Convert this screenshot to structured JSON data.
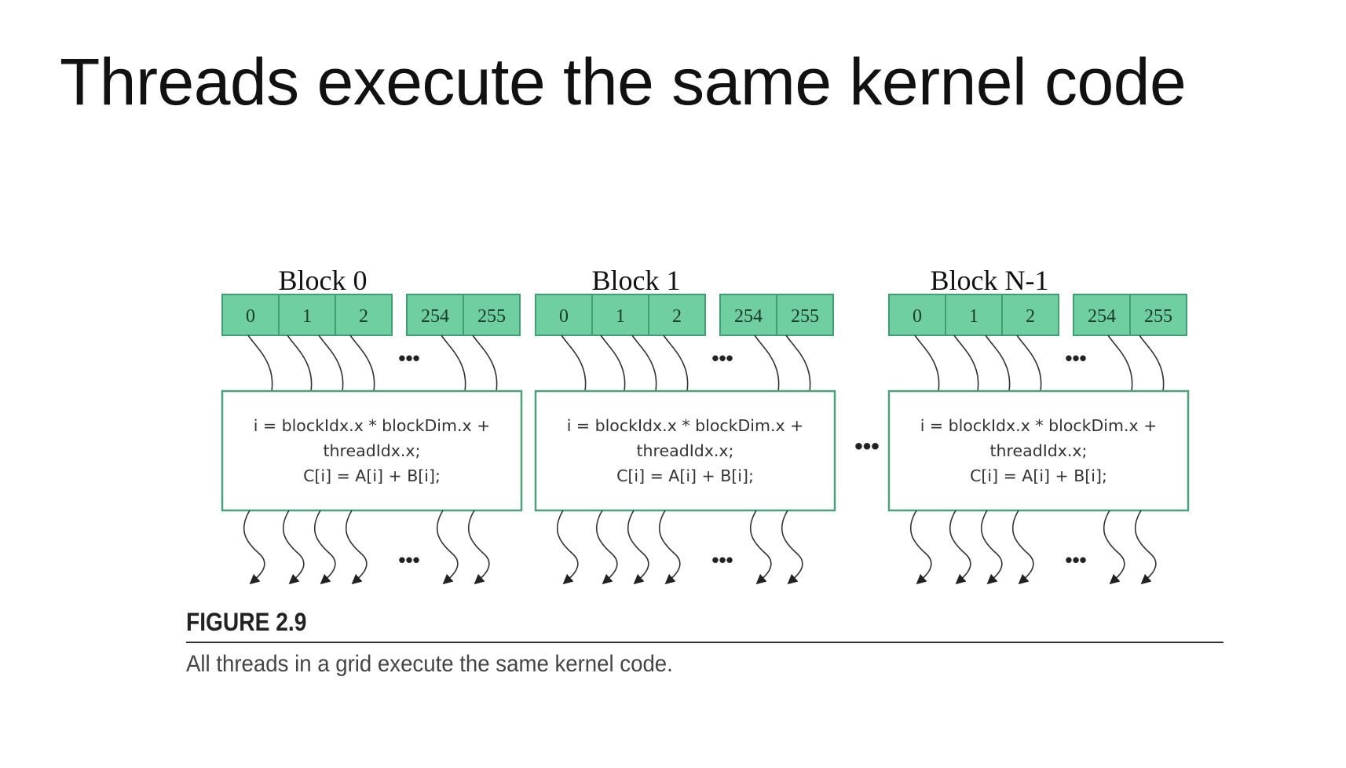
{
  "title": "Threads execute the same kernel code",
  "figure": {
    "label": "FIGURE 2.9",
    "caption": "All threads in a grid execute the same kernel code."
  },
  "diagram": {
    "colors": {
      "thread_fill": "#6fcfa0",
      "thread_stroke": "#3f9f70",
      "box_stroke": "#4aa27a"
    },
    "ellipsis": "•••",
    "blocks": [
      {
        "label": "Block 0",
        "threads": [
          "0",
          "1",
          "2",
          "254",
          "255"
        ],
        "code": [
          "i = blockIdx.x * blockDim.x +",
          "threadIdx.x;",
          "C[i] = A[i] + B[i];"
        ]
      },
      {
        "label": "Block 1",
        "threads": [
          "0",
          "1",
          "2",
          "254",
          "255"
        ],
        "code": [
          "i = blockIdx.x * blockDim.x +",
          "threadIdx.x;",
          "C[i] = A[i] + B[i];"
        ]
      },
      {
        "label": "Block N-1",
        "threads": [
          "0",
          "1",
          "2",
          "254",
          "255"
        ],
        "code": [
          "i = blockIdx.x * blockDim.x +",
          "threadIdx.x;",
          "C[i] = A[i] + B[i];"
        ]
      }
    ]
  }
}
